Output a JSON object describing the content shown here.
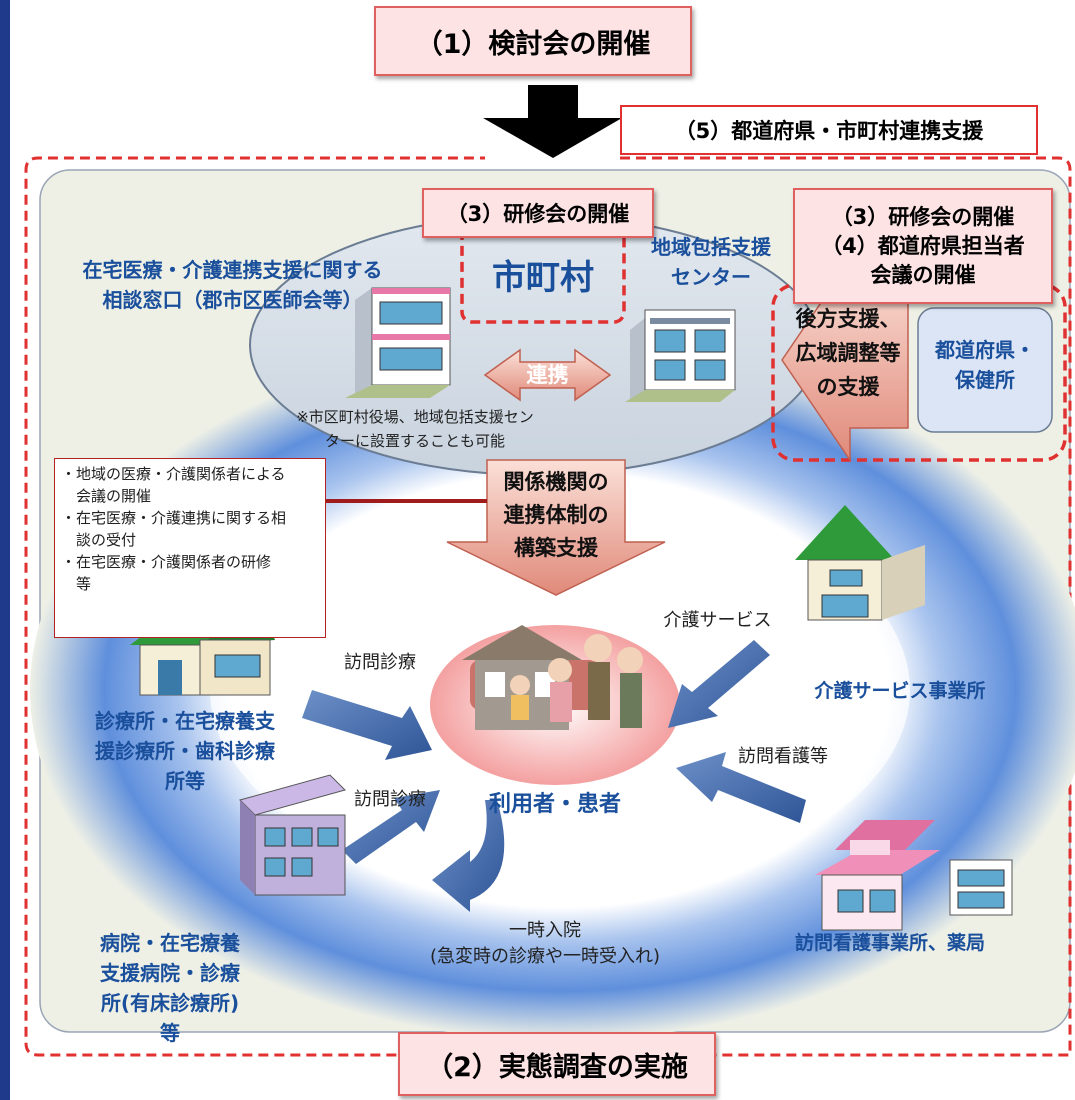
{
  "top": {
    "meeting": "（1）検討会の開催"
  },
  "pref_support": "（5）都道府県・市町村連携支援",
  "training_center": "（3）研修会の開催",
  "training_right": "（3）研修会の開催",
  "pref_meeting_line1": "（4）都道府県担当者",
  "pref_meeting_line2": "会議の開催",
  "consult": {
    "line1": "在宅医療・介護連携支援に関する",
    "line2": "相談窓口（郡市区医師会等）"
  },
  "municipality": "市町村",
  "center": {
    "line1": "地域包括支援",
    "line2": "センター"
  },
  "link_label": "連携",
  "note": {
    "line1": "※市区町村役場、地域包括支援セン",
    "line2": "ターに設置することも可能"
  },
  "backup": {
    "line1": "後方支援、",
    "line2": "広域調整等",
    "line3": "の支援"
  },
  "prefecture": {
    "line1": "都道府県・",
    "line2": "保健所"
  },
  "tasks": [
    "・地域の医療・介護関係者による",
    "　会議の開催",
    "・在宅医療・介護連携に関する相",
    "　談の受付",
    "・在宅医療・介護関係者の研修",
    "　等"
  ],
  "build_support": {
    "line1": "関係機関の",
    "line2": "連携体制の",
    "line3": "構築支援"
  },
  "care_service": "介護サービス",
  "care_office": "介護サービス事業所",
  "home_visit_top": "訪問診療",
  "home_visit_bottom": "訪問診療",
  "visit_nursing": "訪問看護等",
  "clinic": {
    "line1": "診療所・在宅療養支",
    "line2": "援診療所・歯科診療",
    "line3": "所等"
  },
  "patient": "利用者・患者",
  "hospital": {
    "line1": "病院・在宅療養",
    "line2": "支援病院・診療",
    "line3": "所(有床診療所)",
    "line4": "等"
  },
  "admission": {
    "line1": "一時入院",
    "line2": "(急変時の診療や一時受入れ)"
  },
  "nursing_office": "訪問看護事業所、薬局",
  "survey": "（2）実態調査の実施",
  "colors": {
    "pink_fill": "#fde3e3",
    "red_border": "#e03030",
    "blue_text": "#1a4f9c",
    "panel": "#eef0e6",
    "ring_blue": "#6f9de0"
  }
}
